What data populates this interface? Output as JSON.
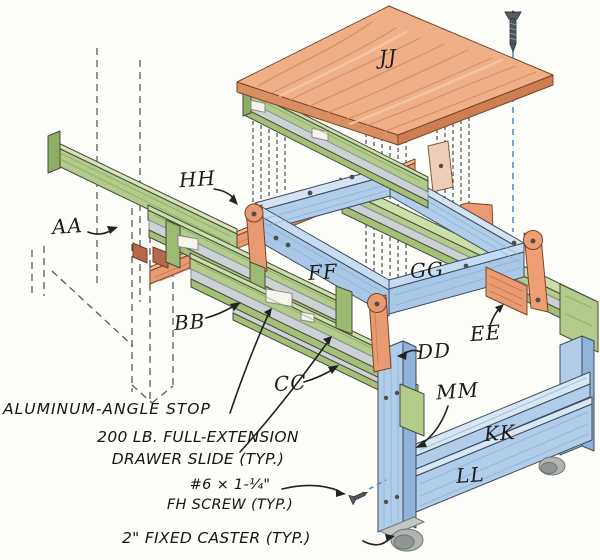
{
  "figure": {
    "type": "exploded-assembly-diagram",
    "subject": "flip-top shop cart with full-extension drawer slides",
    "part_labels": {
      "aa": "AA",
      "bb": "BB",
      "cc": "CC",
      "dd": "DD",
      "ee": "EE",
      "ff": "FF",
      "gg": "GG",
      "hh": "HH",
      "jj": "JJ",
      "kk": "KK",
      "ll": "LL",
      "mm": "MM"
    },
    "callouts": {
      "aluminum_angle_stop": "ALUMINUM-ANGLE STOP",
      "drawer_slide_line1": "200 LB. FULL-EXTENSION",
      "drawer_slide_line2": "DRAWER SLIDE (TYP.)",
      "fh_screw_line1": "#6 × 1-¼\"",
      "fh_screw_line2": "FH SCREW (TYP.)",
      "fixed_caster": "2\" FIXED CASTER (TYP.)"
    },
    "colors": {
      "rail_green": "#b3cc8c",
      "frame_blue": "#b0cdea",
      "bracket_orange": "#e89a72",
      "top_panel_wood": "#efb088",
      "aluminum_slide": "#ccd1d4",
      "guide_dash_gray": "#5a5a5a",
      "alignment_dash_blue": "#4d8fd6",
      "ink": "#1c1c1c"
    },
    "hardware_icons": [
      "flathead-screw-icon",
      "caster-wheel-icon"
    ]
  }
}
